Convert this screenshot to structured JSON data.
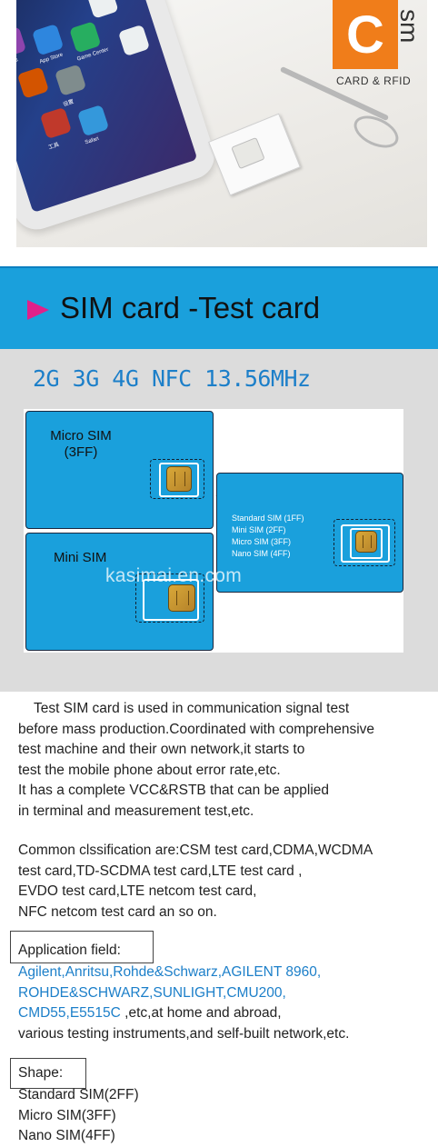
{
  "logo": {
    "letter": "C",
    "side_text": "sm",
    "tagline": "CARD & RFID"
  },
  "photo": {
    "app_labels": [
      "iTunes",
      "App Store",
      "Game Center",
      "设置",
      "工具",
      "Safari"
    ]
  },
  "banner": {
    "title": "SIM card -Test card",
    "arrow_color": "#e0218a",
    "background": "#1aa0dc"
  },
  "frequencies": "2G  3G  4G  NFC  13.56MHz",
  "diagram": {
    "micro_card": {
      "label_line1": "Micro SIM",
      "label_line2": "(3FF)"
    },
    "mini_card": {
      "label": "Mini SIM"
    },
    "standard_card": {
      "labels": [
        "Standard SIM (1FF)",
        "Mini SIM (2FF)",
        "Micro SIM (3FF)",
        "Nano SIM (4FF)"
      ]
    },
    "watermark": "kasimai.en.com"
  },
  "paragraph1": [
    "    Test SIM card is used in communication signal test",
    "before mass production.Coordinated with comprehensive",
    "test machine and their own network,it starts to",
    "test the mobile phone about error rate,etc.",
    "It has a complete VCC&RSTB that can be applied",
    "in terminal and measurement test,etc."
  ],
  "paragraph2": [
    "Common clssification are:CSM test card,CDMA,WCDMA",
    "test card,TD-SCDMA test card,LTE test card ,",
    "EVDO test card,LTE netcom test card,",
    "NFC netcom test card an so on."
  ],
  "application": {
    "title": "Application field:",
    "line1": "Agilent,Anritsu,Rohde&Schwarz,AGILENT 8960,",
    "line2": "ROHDE&SCHWARZ,SUNLIGHT,CMU200,",
    "line3_blue": "CMD55,E5515C ",
    "line3_rest": ",etc,at home and abroad,",
    "line4": "various testing instruments,and self-built network,etc."
  },
  "shape": {
    "title": "Shape:",
    "items": [
      "Standard SIM(2FF)",
      "Micro SIM(3FF)",
      "Nano SIM(4FF)"
    ]
  }
}
